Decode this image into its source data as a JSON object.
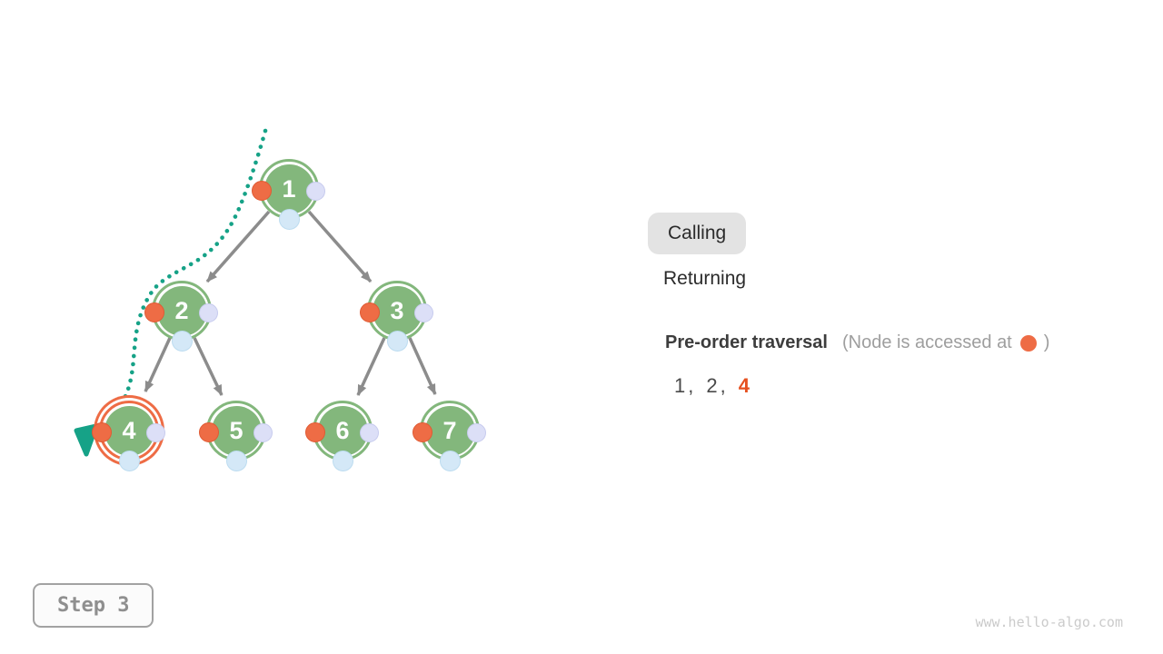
{
  "tree": {
    "nodes": [
      {
        "label": "1"
      },
      {
        "label": "2"
      },
      {
        "label": "3"
      },
      {
        "label": "4"
      },
      {
        "label": "5"
      },
      {
        "label": "6"
      },
      {
        "label": "7"
      }
    ],
    "highlighted_node": "4"
  },
  "legend": {
    "calling": "Calling",
    "returning": "Returning",
    "active_state": "Calling"
  },
  "traversal": {
    "title": "Pre-order traversal",
    "note_prefix": "(Node is accessed at",
    "note_suffix": ")",
    "sequence_items": [
      "1",
      "2",
      "4"
    ],
    "separator": ",",
    "current_item": "4"
  },
  "step": {
    "label": "Step 3"
  },
  "watermark": "www.hello-algo.com",
  "colors": {
    "node-green": "#83b77c",
    "accent-orange": "#ee6c45",
    "sequence-orange": "#e65120",
    "path-teal": "#16a287",
    "edge-gray": "#8c8c8c",
    "marker-lavender": "#dcdff7",
    "marker-blue": "#d4e8f7"
  }
}
